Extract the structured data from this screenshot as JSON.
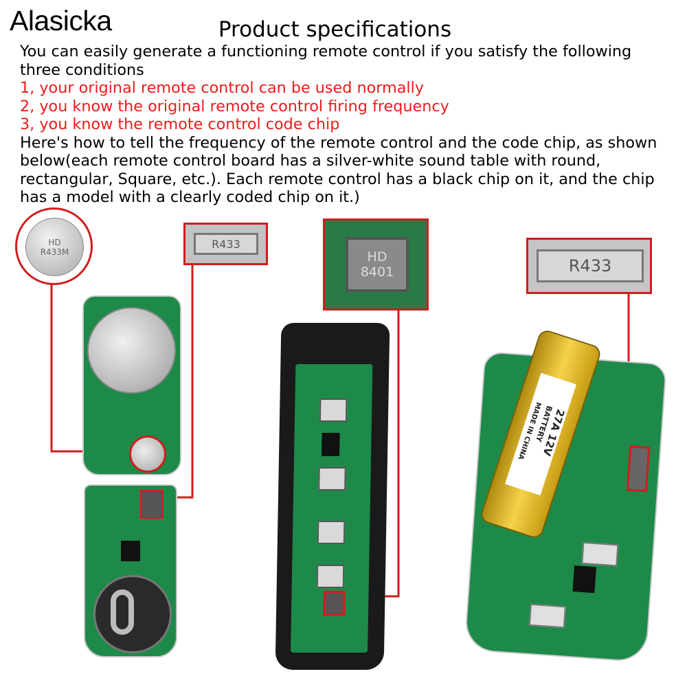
{
  "brand": "Alasicka",
  "title": "Product specifications",
  "intro": "You can easily generate a functioning remote control if you satisfy the following three conditions",
  "conditions": [
    "1, your original remote control can be used normally",
    "2, you know the original remote control firing frequency",
    "3, you know the remote control code chip"
  ],
  "explanation": "Here's how to tell the frequency of the remote control and the code chip, as shown below(each remote control board has a silver-white sound table with round, rectangular, Square, etc.). Each remote control has a black chip on it, and the chip has a model with a clearly coded chip on it.)",
  "colors": {
    "highlight": "#ee1b1b",
    "callout": "#d01d1d",
    "pcb": "#1d8a4a"
  },
  "photo_labels": {
    "round_resonator": [
      "HD",
      "R433M"
    ],
    "rect_resonator_left": "R433",
    "square_resonator": [
      "HD",
      "8401"
    ],
    "rect_resonator_right": "R433",
    "battery_model": "27A 12V",
    "battery_word": "BATTERY",
    "battery_origin": "MADE IN CHINA"
  }
}
